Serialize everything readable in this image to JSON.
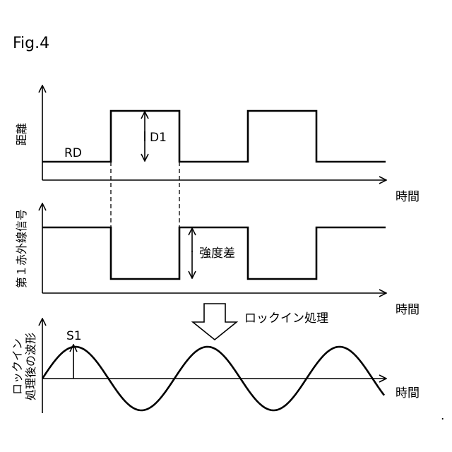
{
  "figure": {
    "title": "Fig.4",
    "distance_panel": {
      "ylabel": "距離",
      "xlabel": "時間",
      "baseline_label": "RD",
      "step_label": "D1"
    },
    "infrared_panel": {
      "ylabel": "第１赤外線信号",
      "xlabel": "時間",
      "difference_label": "強度差"
    },
    "process_arrow_label": "ロックイン処理",
    "lockin_panel": {
      "ylabel_line1": "ロックイン",
      "ylabel_line2": "処理後の波形",
      "xlabel": "時間",
      "amplitude_label": "S1"
    },
    "corner_mark": "."
  }
}
